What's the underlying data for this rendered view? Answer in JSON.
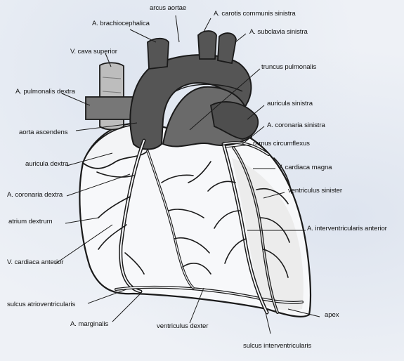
{
  "labels": {
    "arcus_aortae": "arcus aortae",
    "brachiocephalica": "A. brachiocephalica",
    "carotis": "A. carotis communis sinistra",
    "subclavia": "A. subclavia sinistra",
    "cava_superior": "V. cava superior",
    "truncus": "truncus pulmonalis",
    "pulm_dextra": "A. pulmonalis dextra",
    "auricula_sinistra": "auricula sinistra",
    "aorta_ascendens": "aorta ascendens",
    "coronaria_sinistra": "A. coronaria sinistra",
    "ramus": "ramus circumflexus",
    "auricula_dextra": "auricula dextra",
    "cardiaca_magna": "V. cardiaca magna",
    "coronaria_dextra": "A. coronaria dextra",
    "ventr_sinister": "ventriculus sinister",
    "atrium": "atrium dextrum",
    "interventricularis": "A. interventricularis anterior",
    "cardiaca_anterior": "V. cardiaca anterior",
    "sulcus_av": "sulcus atrioventricularis",
    "apex": "apex",
    "marginalis": "A. marginalis",
    "ventr_dexter": "ventriculus dexter",
    "sulcus_iv": "sulcus interventricularis"
  },
  "colors": {
    "vessel_dark": "#555555",
    "vessel_stroke": "#1a1a1a",
    "heart_fill": "#f7f8fa",
    "vein_fill": "#bdbdbd"
  }
}
